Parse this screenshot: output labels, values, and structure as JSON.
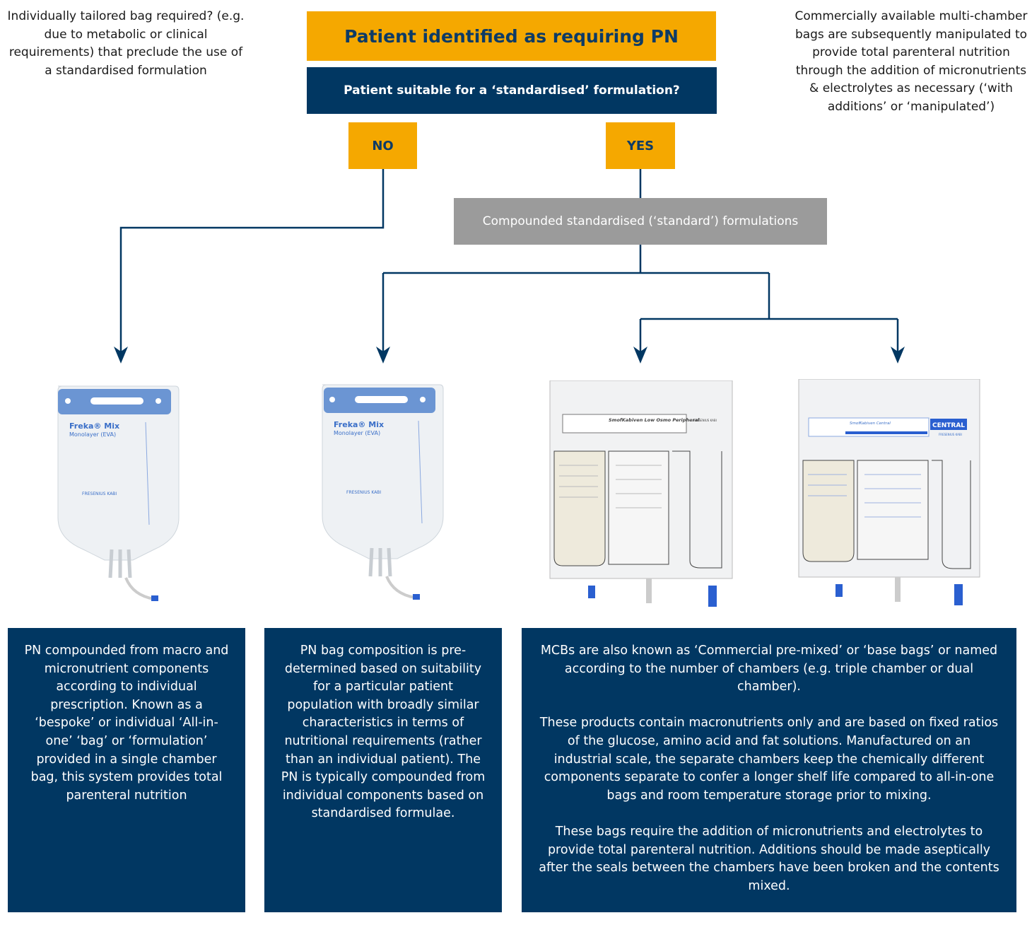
{
  "left_note": "Individually tailored bag required?\n(e.g. due to metabolic or clinical requirements) that preclude the use of a standardised formulation",
  "right_note": "Commercially available multi-chamber bags are subsequently manipulated to provide total parenteral nutrition through the addition of micronutrients & electrolytes as necessary (‘with additions’ or ‘manipulated’)",
  "title": "Patient identified as requiring PN",
  "question": "Patient suitable for a ‘standardised’ formulation?",
  "no_label": "NO",
  "yes_label": "YES",
  "standard_box": "Compounded standardised (‘standard’) formulations",
  "colors": {
    "orange": "#f5a800",
    "navy": "#013762",
    "gray": "#9b9b9b"
  },
  "bags": [
    {
      "brand": "Freka® Mix",
      "sub": "Monolayer (EVA)",
      "maker": "FRESENIUS KABI"
    },
    {
      "brand": "Freka® Mix",
      "sub": "Monolayer (EVA)",
      "maker": "FRESENIUS KABI"
    },
    {
      "brand": "SmofKabiven Low Osmo Peripheral",
      "maker": "FRESENIUS KABI"
    },
    {
      "brand": "SmofKabiven Central",
      "badge": "CENTRAL",
      "maker": "FRESENIUS KABI"
    }
  ],
  "boxes": [
    "PN compounded from macro and micronutrient components according to individual prescription. Known as a ‘bespoke’ or individual ‘All-in-one’ ‘bag’ or ‘formulation’ provided in a single chamber bag, this system provides total parenteral nutrition",
    "PN bag composition is pre-determined based on suitability for a particular patient population with broadly similar characteristics in terms of nutritional requirements (rather than an individual patient). The PN is typically compounded from individual components based on standardised formulae.",
    "MCBs are also known as ‘Commercial pre-mixed’ or ‘base bags’ or named according to the number of chambers (e.g. triple chamber or dual chamber).\n\nThese products contain macronutrients only and are based on fixed ratios of the glucose, amino acid and fat solutions. Manufactured on an industrial scale, the separate chambers keep the chemically different components separate to confer a longer shelf life compared to all-in-one bags and room temperature storage prior to mixing.\n\nThese bags require the addition of micronutrients and electrolytes to provide total parenteral nutrition. Additions should be made aseptically after the seals between the chambers have been broken and the contents mixed."
  ]
}
